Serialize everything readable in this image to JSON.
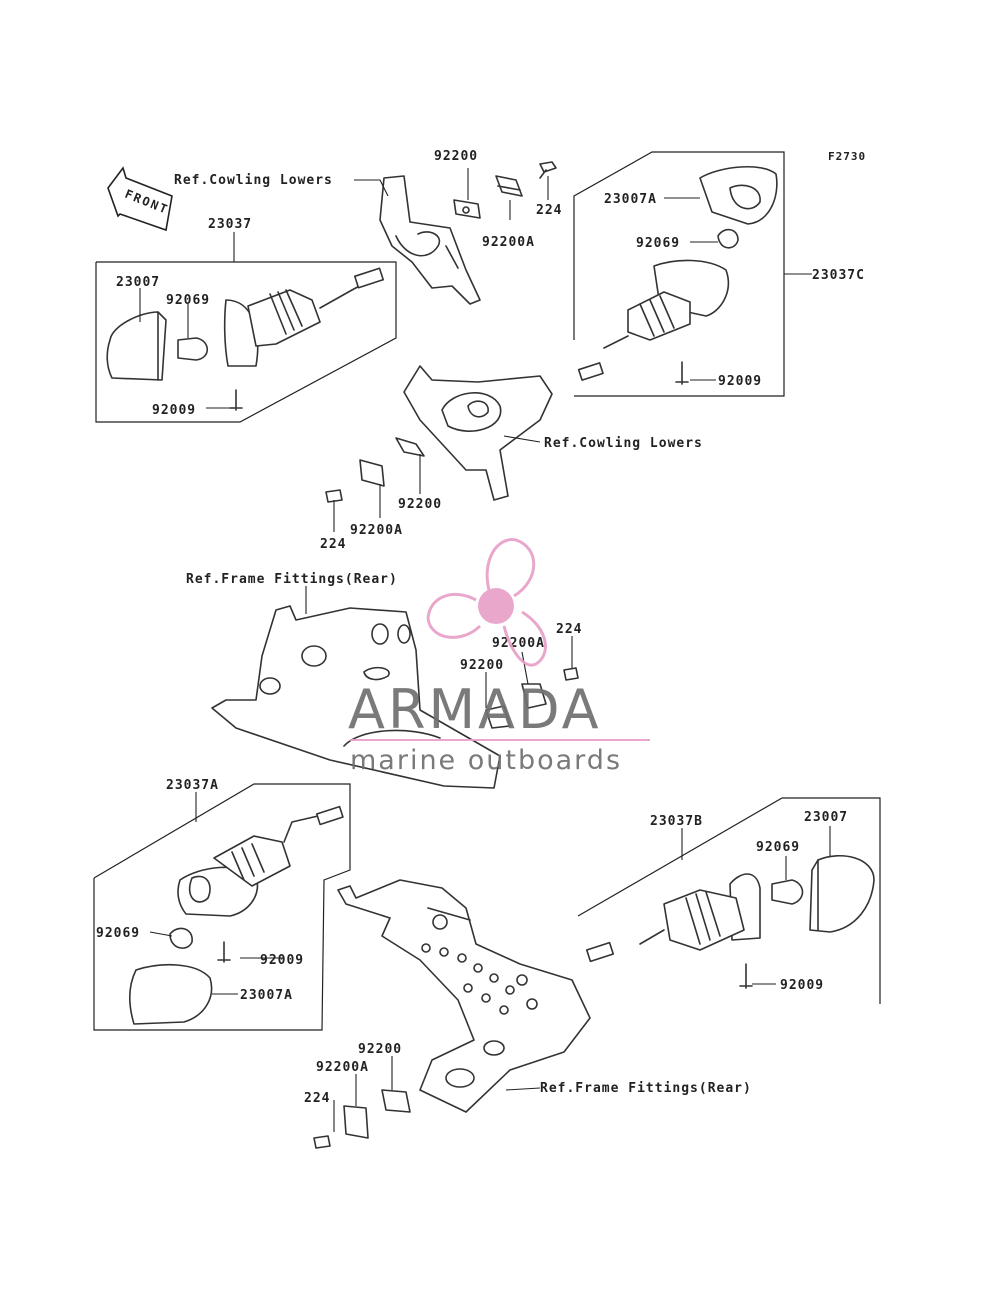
{
  "figure_code": "F2730",
  "front_arrow": {
    "text": "FRONT",
    "icon": "front-arrow-icon"
  },
  "watermark": {
    "title": "ARMADA",
    "subtitle": "marine outboards",
    "color": "#e8a0c8",
    "icon": "propeller-logo-icon"
  },
  "groups": {
    "front_left": {
      "ref": "Ref.Cowling Lowers",
      "assembly": "23037",
      "lens": "23007",
      "bulb": "92069",
      "screw": "92009",
      "bracket": "92200",
      "clip": "92200A",
      "bolt": "224"
    },
    "front_right": {
      "ref": "Ref.Cowling Lowers",
      "assembly": "23037C",
      "lens": "23007A",
      "bulb": "92069",
      "screw": "92009",
      "bracket": "92200",
      "clip": "92200A",
      "bolt": "224"
    },
    "rear_upper": {
      "ref": "Ref.Frame Fittings(Rear)",
      "bracket": "92200",
      "clip": "92200A",
      "bolt": "224"
    },
    "rear_left": {
      "assembly": "23037A",
      "bulb": "92069",
      "screw": "92009",
      "lens": "23007A"
    },
    "rear_right": {
      "assembly": "23037B",
      "lens": "23007",
      "bulb": "92069",
      "screw": "92009"
    },
    "rear_lower": {
      "ref": "Ref.Frame Fittings(Rear)",
      "bracket": "92200",
      "clip": "92200A",
      "bolt": "224"
    }
  }
}
